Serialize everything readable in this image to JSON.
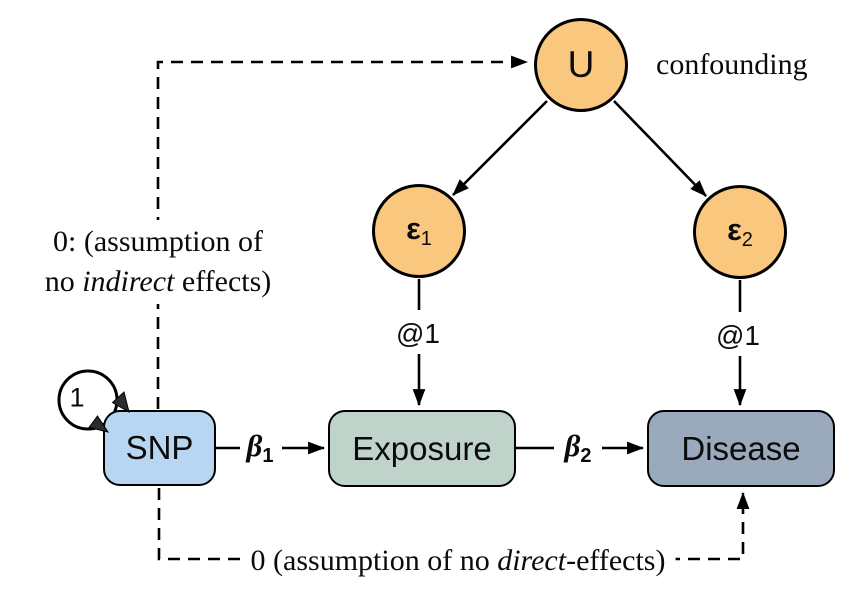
{
  "colors": {
    "latent_fill": "#F9C87E",
    "snp_fill": "#B8D5F1",
    "exposure_fill": "#C0D3CA",
    "disease_fill": "#9AA9BC",
    "line": "#000000",
    "background": "#FFFFFF"
  },
  "nodes": {
    "u": {
      "label": "U"
    },
    "eps1": {
      "base": "ε",
      "sub": "1"
    },
    "eps2": {
      "base": "ε",
      "sub": "2"
    },
    "snp": {
      "label": "SNP"
    },
    "exposure": {
      "label": "Exposure"
    },
    "disease": {
      "label": "Disease"
    }
  },
  "labels": {
    "confounding": "confounding",
    "variance": "1",
    "loading_eps1": "@1",
    "loading_eps2": "@1",
    "beta1": {
      "symbol": "β",
      "sub": "1"
    },
    "beta2": {
      "symbol": "β",
      "sub": "2"
    }
  },
  "annotations": {
    "no_indirect": {
      "line1": "0: (assumption of",
      "line2_pre": "no ",
      "line2_italic": "indirect",
      "line2_post": " effects)"
    },
    "no_direct": {
      "pre": "0 (assumption of no ",
      "italic": "direct",
      "post": "-effects)"
    }
  }
}
